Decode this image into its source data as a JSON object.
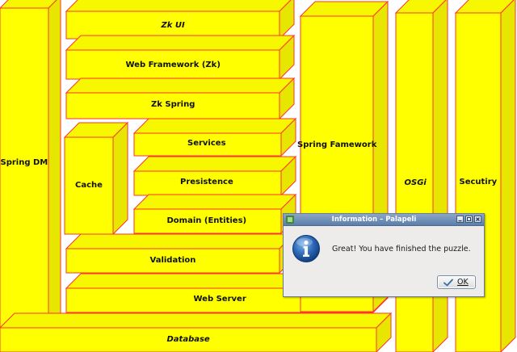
{
  "diagram": {
    "blocks": [
      {
        "id": "spring-dm",
        "label": "Spring DM",
        "italic": false
      },
      {
        "id": "zk-ui",
        "label": "Zk UI",
        "italic": true
      },
      {
        "id": "web-framework",
        "label": "Web Framework (Zk)",
        "italic": false
      },
      {
        "id": "zk-spring",
        "label": "Zk Spring",
        "italic": false
      },
      {
        "id": "cache",
        "label": "Cache",
        "italic": false
      },
      {
        "id": "services",
        "label": "Services",
        "italic": false
      },
      {
        "id": "presistence",
        "label": "Presistence",
        "italic": false
      },
      {
        "id": "domain",
        "label": "Domain (Entities)",
        "italic": false
      },
      {
        "id": "validation",
        "label": "Validation",
        "italic": false
      },
      {
        "id": "web-server",
        "label": "Web Server",
        "italic": false
      },
      {
        "id": "database",
        "label": "Database",
        "italic": true
      },
      {
        "id": "spring-framework",
        "label": "Spring Famework",
        "italic": false
      },
      {
        "id": "osgi",
        "label": "OSGi",
        "italic": true
      },
      {
        "id": "security",
        "label": "Secutiry",
        "italic": false
      }
    ],
    "colors": {
      "fill": "#ffff00",
      "side": "#e6e600",
      "top": "#f7f700",
      "edge": "#ff3333"
    }
  },
  "dialog": {
    "title": "Information – Palapeli",
    "message": "Great! You have finished the puzzle.",
    "ok_label": "OK",
    "icon": "info-icon"
  }
}
